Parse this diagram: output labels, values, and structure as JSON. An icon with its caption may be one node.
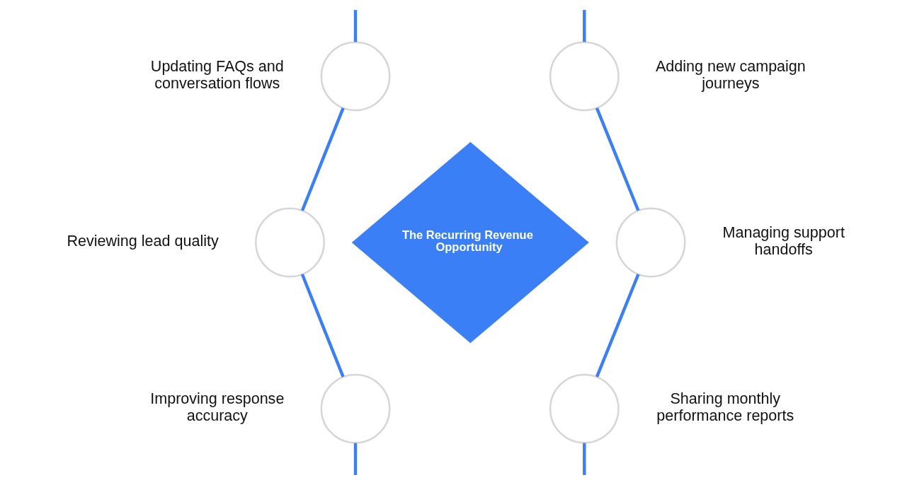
{
  "diagram": {
    "nodes": [
      {
        "text": [],
        "shape": "circle",
        "beside": [
          "Updating FAQs and conversation flows"
        ]
      },
      {
        "text": [],
        "shape": "circle",
        "beside": [
          "Adding new campaign journeys"
        ]
      },
      {
        "text": [],
        "shape": "circle",
        "beside": [
          "Reviewing lead quality"
        ]
      },
      {
        "text": [
          "The Recurring Revenue Opportunity"
        ]
      },
      {
        "text": [],
        "shape": "circle",
        "beside": [
          "Managing support handoffs"
        ]
      },
      {
        "text": [],
        "shape": "circle",
        "beside": [
          "Improving response accuracy"
        ]
      },
      {
        "text": [],
        "shape": "circle",
        "beside": [
          "Sharing monthly performance reports"
        ]
      }
    ],
    "edges": [
      {
        "from": null,
        "to": 0,
        "arrow": "none"
      },
      {
        "from": 0,
        "to": 2,
        "arrow": "none"
      },
      {
        "from": 2,
        "to": 5,
        "arrow": "none"
      },
      {
        "from": 5,
        "to": null,
        "arrow": "none"
      },
      {
        "from": null,
        "to": 1,
        "arrow": "none"
      },
      {
        "from": 1,
        "to": 4,
        "arrow": "none"
      },
      {
        "from": 4,
        "to": 6,
        "arrow": "none"
      },
      {
        "from": 6,
        "to": null,
        "arrow": "none"
      }
    ]
  }
}
